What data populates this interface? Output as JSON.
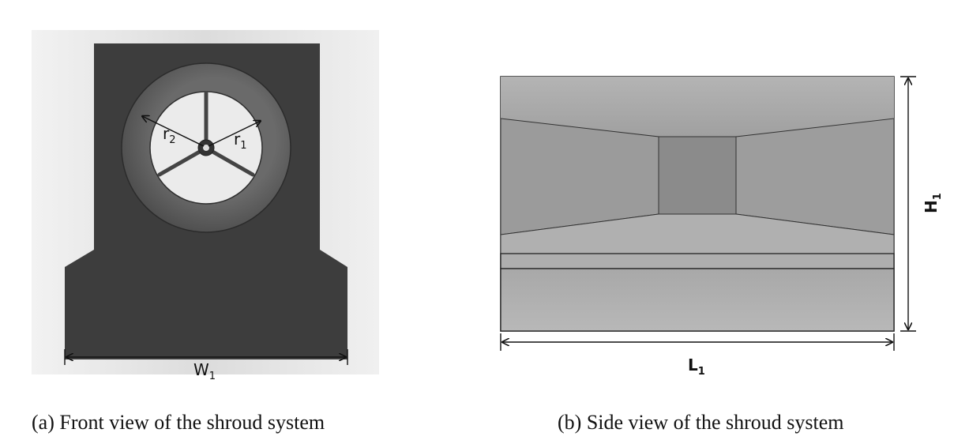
{
  "front_view": {
    "labels": {
      "r2_base": "r",
      "r2_sub": "2",
      "r1_base": "r",
      "r1_sub": "1",
      "w1_base": "W",
      "w1_sub": "1"
    },
    "colors": {
      "body": "#3d3d3d",
      "ring": "#5e5e5e",
      "opening": "#e9e9e9",
      "background": "#e2e2e2"
    }
  },
  "side_view": {
    "labels": {
      "h1_base": "H",
      "h1_sub": "1",
      "l1_base": "L",
      "l1_sub": "1"
    },
    "colors": {
      "top": "#a7a7a7",
      "wall": "#999999",
      "center": "#8a8a8a",
      "bottom": "#b0b0b0"
    }
  },
  "captions": {
    "a": "(a) Front view of the shroud system",
    "b": "(b) Side view of the shroud system"
  }
}
